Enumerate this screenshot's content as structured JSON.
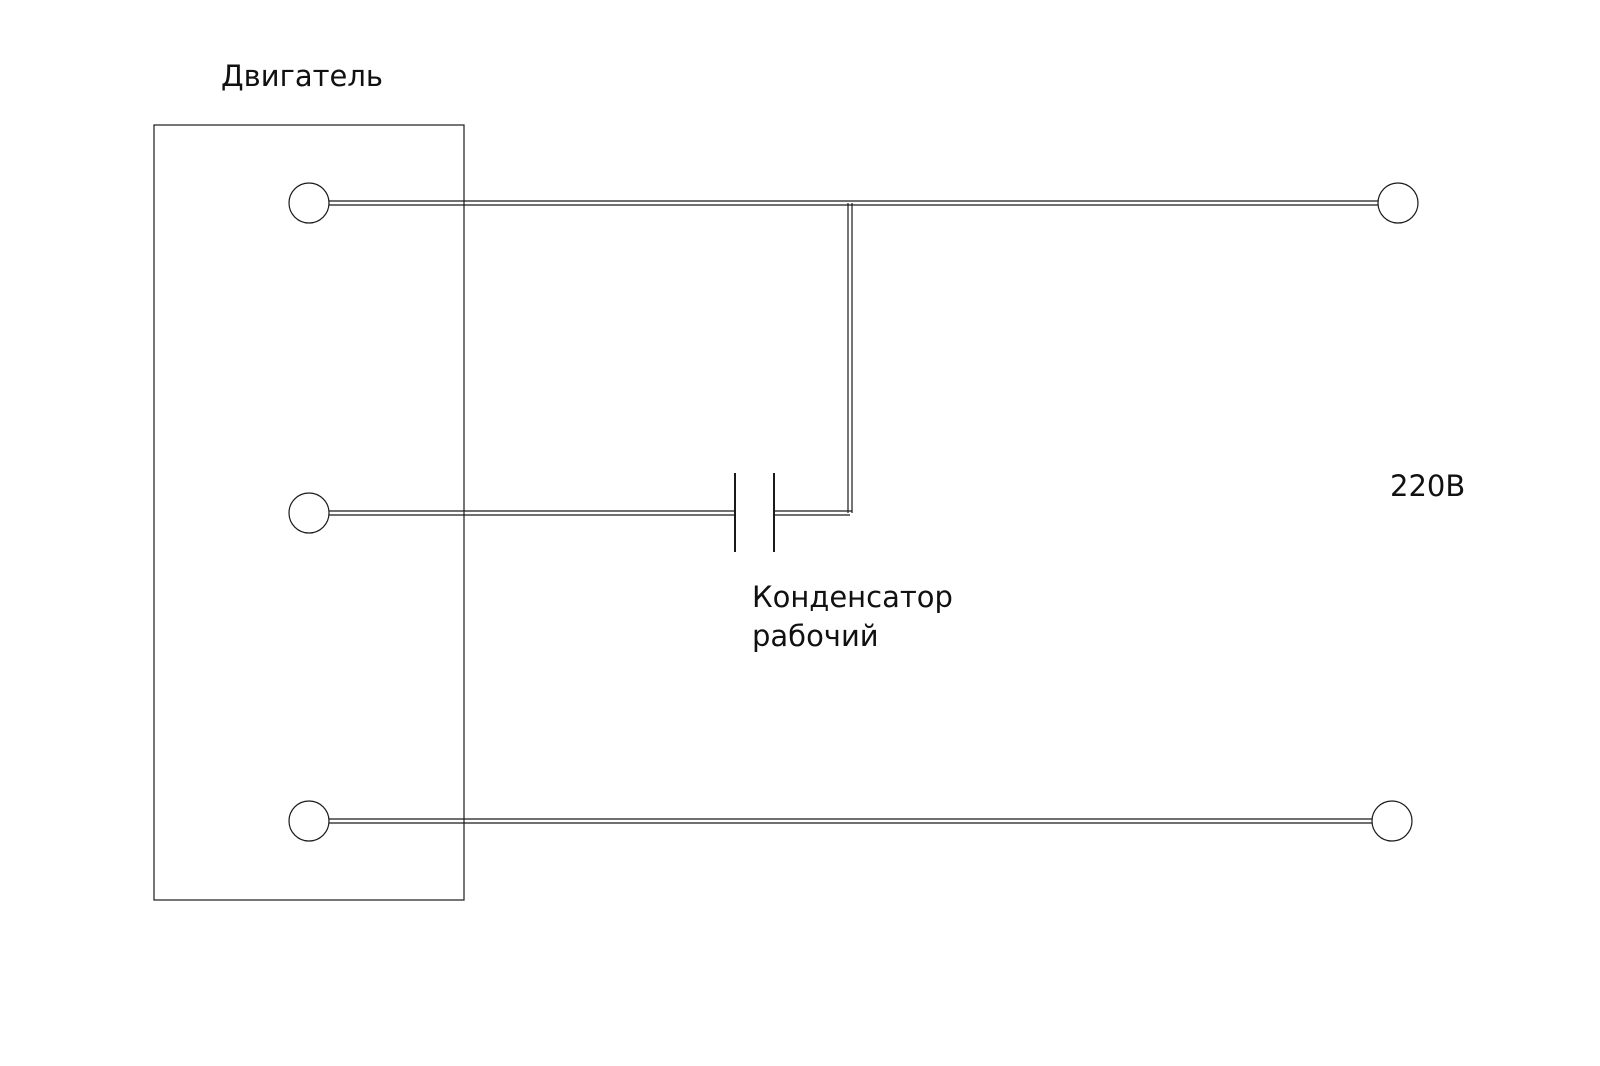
{
  "labels": {
    "motor": "Двигатель",
    "capacitor_line1": "Конденсатор",
    "capacitor_line2": "рабочий",
    "voltage": "220В"
  },
  "colors": {
    "line": "#1a1a1a",
    "text": "#111111",
    "background": "#ffffff"
  }
}
